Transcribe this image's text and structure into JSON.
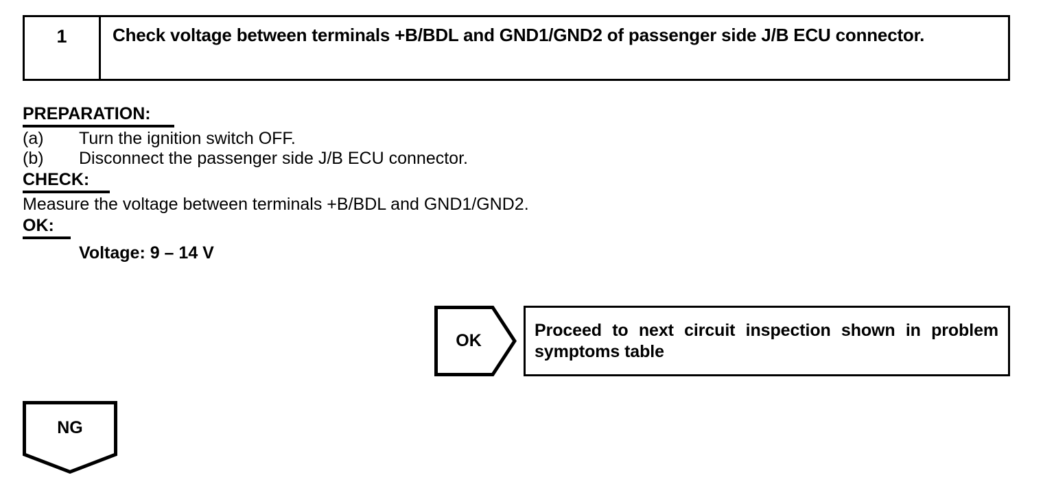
{
  "step": {
    "number": "1",
    "title": "Check voltage between terminals +B/BDL and GND1/GND2 of passenger side J/B ECU connector."
  },
  "sections": {
    "preparation_heading": "PREPARATION:",
    "preparation_items": [
      {
        "label": "(a)",
        "text": "Turn the ignition switch OFF."
      },
      {
        "label": "(b)",
        "text": "Disconnect the passenger side J/B ECU connector."
      }
    ],
    "check_heading": "CHECK:",
    "check_text": "Measure the voltage between terminals +B/BDL and GND1/GND2.",
    "ok_heading": "OK:",
    "ok_spec": "Voltage: 9 – 14 V"
  },
  "branches": {
    "ok_label": "OK",
    "ok_result": "Proceed to next circuit inspection shown in problem symptoms table",
    "ng_label": "NG"
  },
  "colors": {
    "ink": "#000000",
    "paper": "#ffffff"
  }
}
